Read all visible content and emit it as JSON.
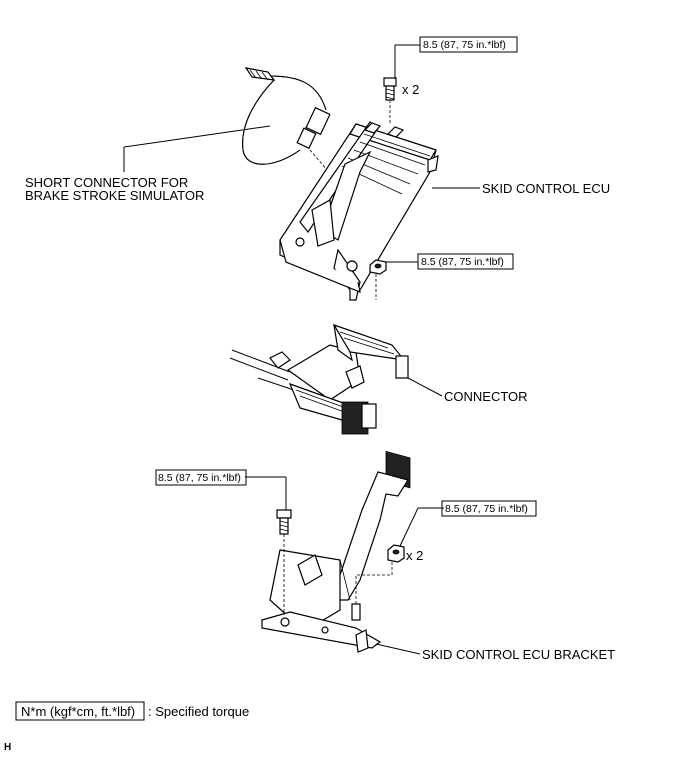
{
  "labels": {
    "short_connector_line1": "SHORT CONNECTOR FOR",
    "short_connector_line2": "BRAKE STROKE SIMULATOR",
    "skid_control_ecu": "SKID CONTROL ECU",
    "connector": "CONNECTOR",
    "skid_control_ecu_bracket": "SKID CONTROL ECU BRACKET"
  },
  "torques": {
    "ecu_top_bolt": "8.5 (87, 75 in.*lbf)",
    "ecu_nut": "8.5 (87, 75 in.*lbf)",
    "bracket_bolt": "8.5 (87, 75 in.*lbf)",
    "bracket_nut": "8.5 (87, 75 in.*lbf)"
  },
  "quantities": {
    "ecu_top_bolt": "x 2",
    "bracket_nut": "x 2"
  },
  "legend": {
    "unit_box": "N*m (kgf*cm, ft.*lbf)",
    "description": ": Specified torque"
  },
  "corner_mark": "H"
}
